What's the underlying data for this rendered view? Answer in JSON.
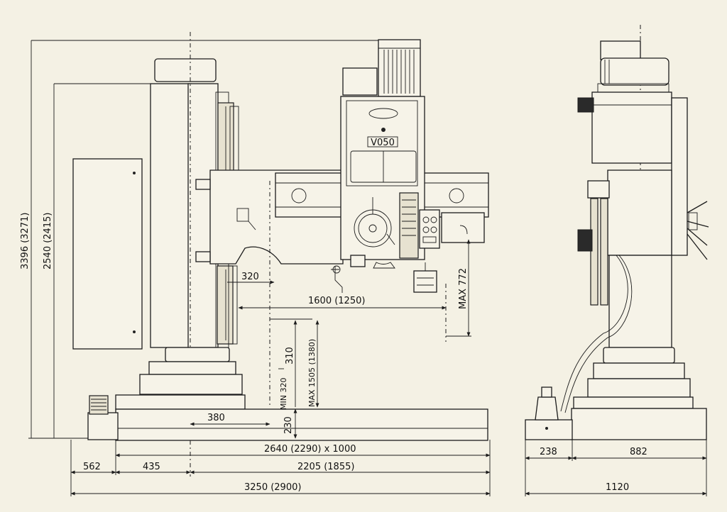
{
  "brand_plate": "",
  "model_label": "V050",
  "front_view": {
    "dimensions": {
      "total_height": "3396 (3271)",
      "column_height": "2540 (2415)",
      "spindle_offset": "320",
      "arm_reach": "1600 (1250)",
      "spindle_travel_max": "MAX 772",
      "stroke": "310",
      "height_max": "MAX 1505 (1380)",
      "height_min": "MIN 320",
      "base_height": "230",
      "column_to_table": "380",
      "table_size": "2640 (2290) x 1000",
      "left_offset": "562",
      "column_offset": "435",
      "base_length": "2205 (1855)",
      "overall_length": "3250 (2900)"
    }
  },
  "side_view": {
    "dimensions": {
      "foot_width": "238",
      "base_depth": "882",
      "overall_depth": "1120"
    }
  }
}
